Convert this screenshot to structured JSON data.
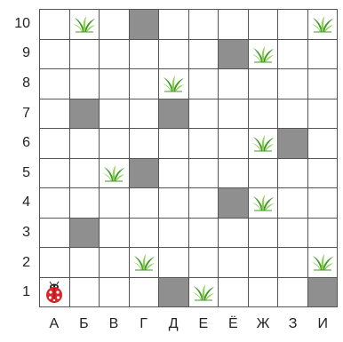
{
  "columns": [
    "А",
    "Б",
    "В",
    "Г",
    "Д",
    "Е",
    "Ё",
    "Ж",
    "З",
    "И"
  ],
  "rows": [
    "10",
    "9",
    "8",
    "7",
    "6",
    "5",
    "4",
    "3",
    "2",
    "1"
  ],
  "grid": [
    [
      "empty",
      "grass",
      "empty",
      "wall",
      "empty",
      "empty",
      "empty",
      "empty",
      "empty",
      "grass"
    ],
    [
      "empty",
      "empty",
      "empty",
      "empty",
      "empty",
      "empty",
      "wall",
      "grass",
      "empty",
      "empty"
    ],
    [
      "empty",
      "empty",
      "empty",
      "empty",
      "grass",
      "empty",
      "empty",
      "empty",
      "empty",
      "empty"
    ],
    [
      "empty",
      "wall",
      "empty",
      "empty",
      "wall",
      "empty",
      "empty",
      "empty",
      "empty",
      "empty"
    ],
    [
      "empty",
      "empty",
      "empty",
      "empty",
      "empty",
      "empty",
      "empty",
      "grass",
      "wall",
      "empty"
    ],
    [
      "empty",
      "empty",
      "grass",
      "wall",
      "empty",
      "empty",
      "empty",
      "empty",
      "empty",
      "empty"
    ],
    [
      "empty",
      "empty",
      "empty",
      "empty",
      "empty",
      "empty",
      "wall",
      "grass",
      "empty",
      "empty"
    ],
    [
      "empty",
      "wall",
      "empty",
      "empty",
      "empty",
      "empty",
      "empty",
      "empty",
      "empty",
      "empty"
    ],
    [
      "empty",
      "empty",
      "empty",
      "grass",
      "empty",
      "empty",
      "empty",
      "empty",
      "empty",
      "grass"
    ],
    [
      "ladybug",
      "empty",
      "empty",
      "empty",
      "wall",
      "grass",
      "empty",
      "empty",
      "empty",
      "wall"
    ]
  ],
  "colors": {
    "wall": "#8f8f8f",
    "grass_light": "#8fd14f",
    "grass_dark": "#3f9a2a",
    "ladybug_body": "#d8262a",
    "ladybug_head": "#222222"
  },
  "icons": {
    "grass": "grass-icon",
    "ladybug": "ladybug-icon",
    "wall": "wall-block"
  }
}
